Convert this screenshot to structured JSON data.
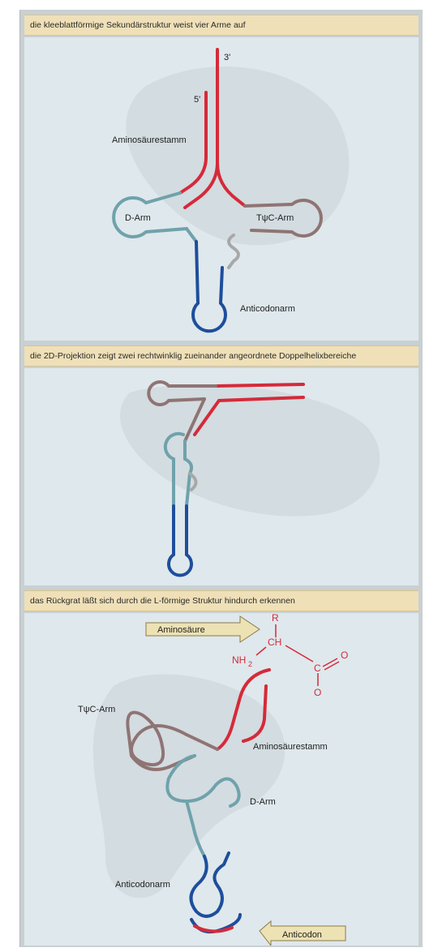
{
  "panels": [
    {
      "caption": "die kleeblattförmige Sekundärstruktur weist vier Arme auf"
    },
    {
      "caption": "die 2D-Projektion zeigt zwei rechtwinklig zueinander angeordnete Doppelhelixbereiche"
    },
    {
      "caption": "das Rückgrat läßt sich durch die L-förmige Struktur hindurch erkennen"
    }
  ],
  "cloverleaf": {
    "end_3": "3'",
    "end_5": "5'",
    "acceptor_stem": "Aminosäurestamm",
    "d_arm": "D-Arm",
    "tpsic_arm": "TψC-Arm",
    "anticodon_arm": "Anticodonarm"
  },
  "lshape": {
    "amino_acid_arrow": "Aminosäure",
    "r_group": "R",
    "ch": "CH",
    "nh": "NH",
    "nh_sub": "2",
    "carbon": "C",
    "oxygen_top": "O",
    "oxygen_bottom": "O",
    "acceptor_stem": "Aminosäurestamm",
    "tpsic_arm": "TψC-Arm",
    "d_arm": "D-Arm",
    "anticodon_arm": "Anticodonarm",
    "anticodon_arrow": "Anticodon"
  },
  "colors": {
    "acceptor": "#d52a3a",
    "d_arm": "#6fa2ac",
    "tpsic": "#8f7474",
    "anticodon": "#1e4e9c",
    "variable_loop": "#a8a8a8",
    "caption_band": "#efe0b8",
    "panel_bg": "#dfe8ec"
  }
}
